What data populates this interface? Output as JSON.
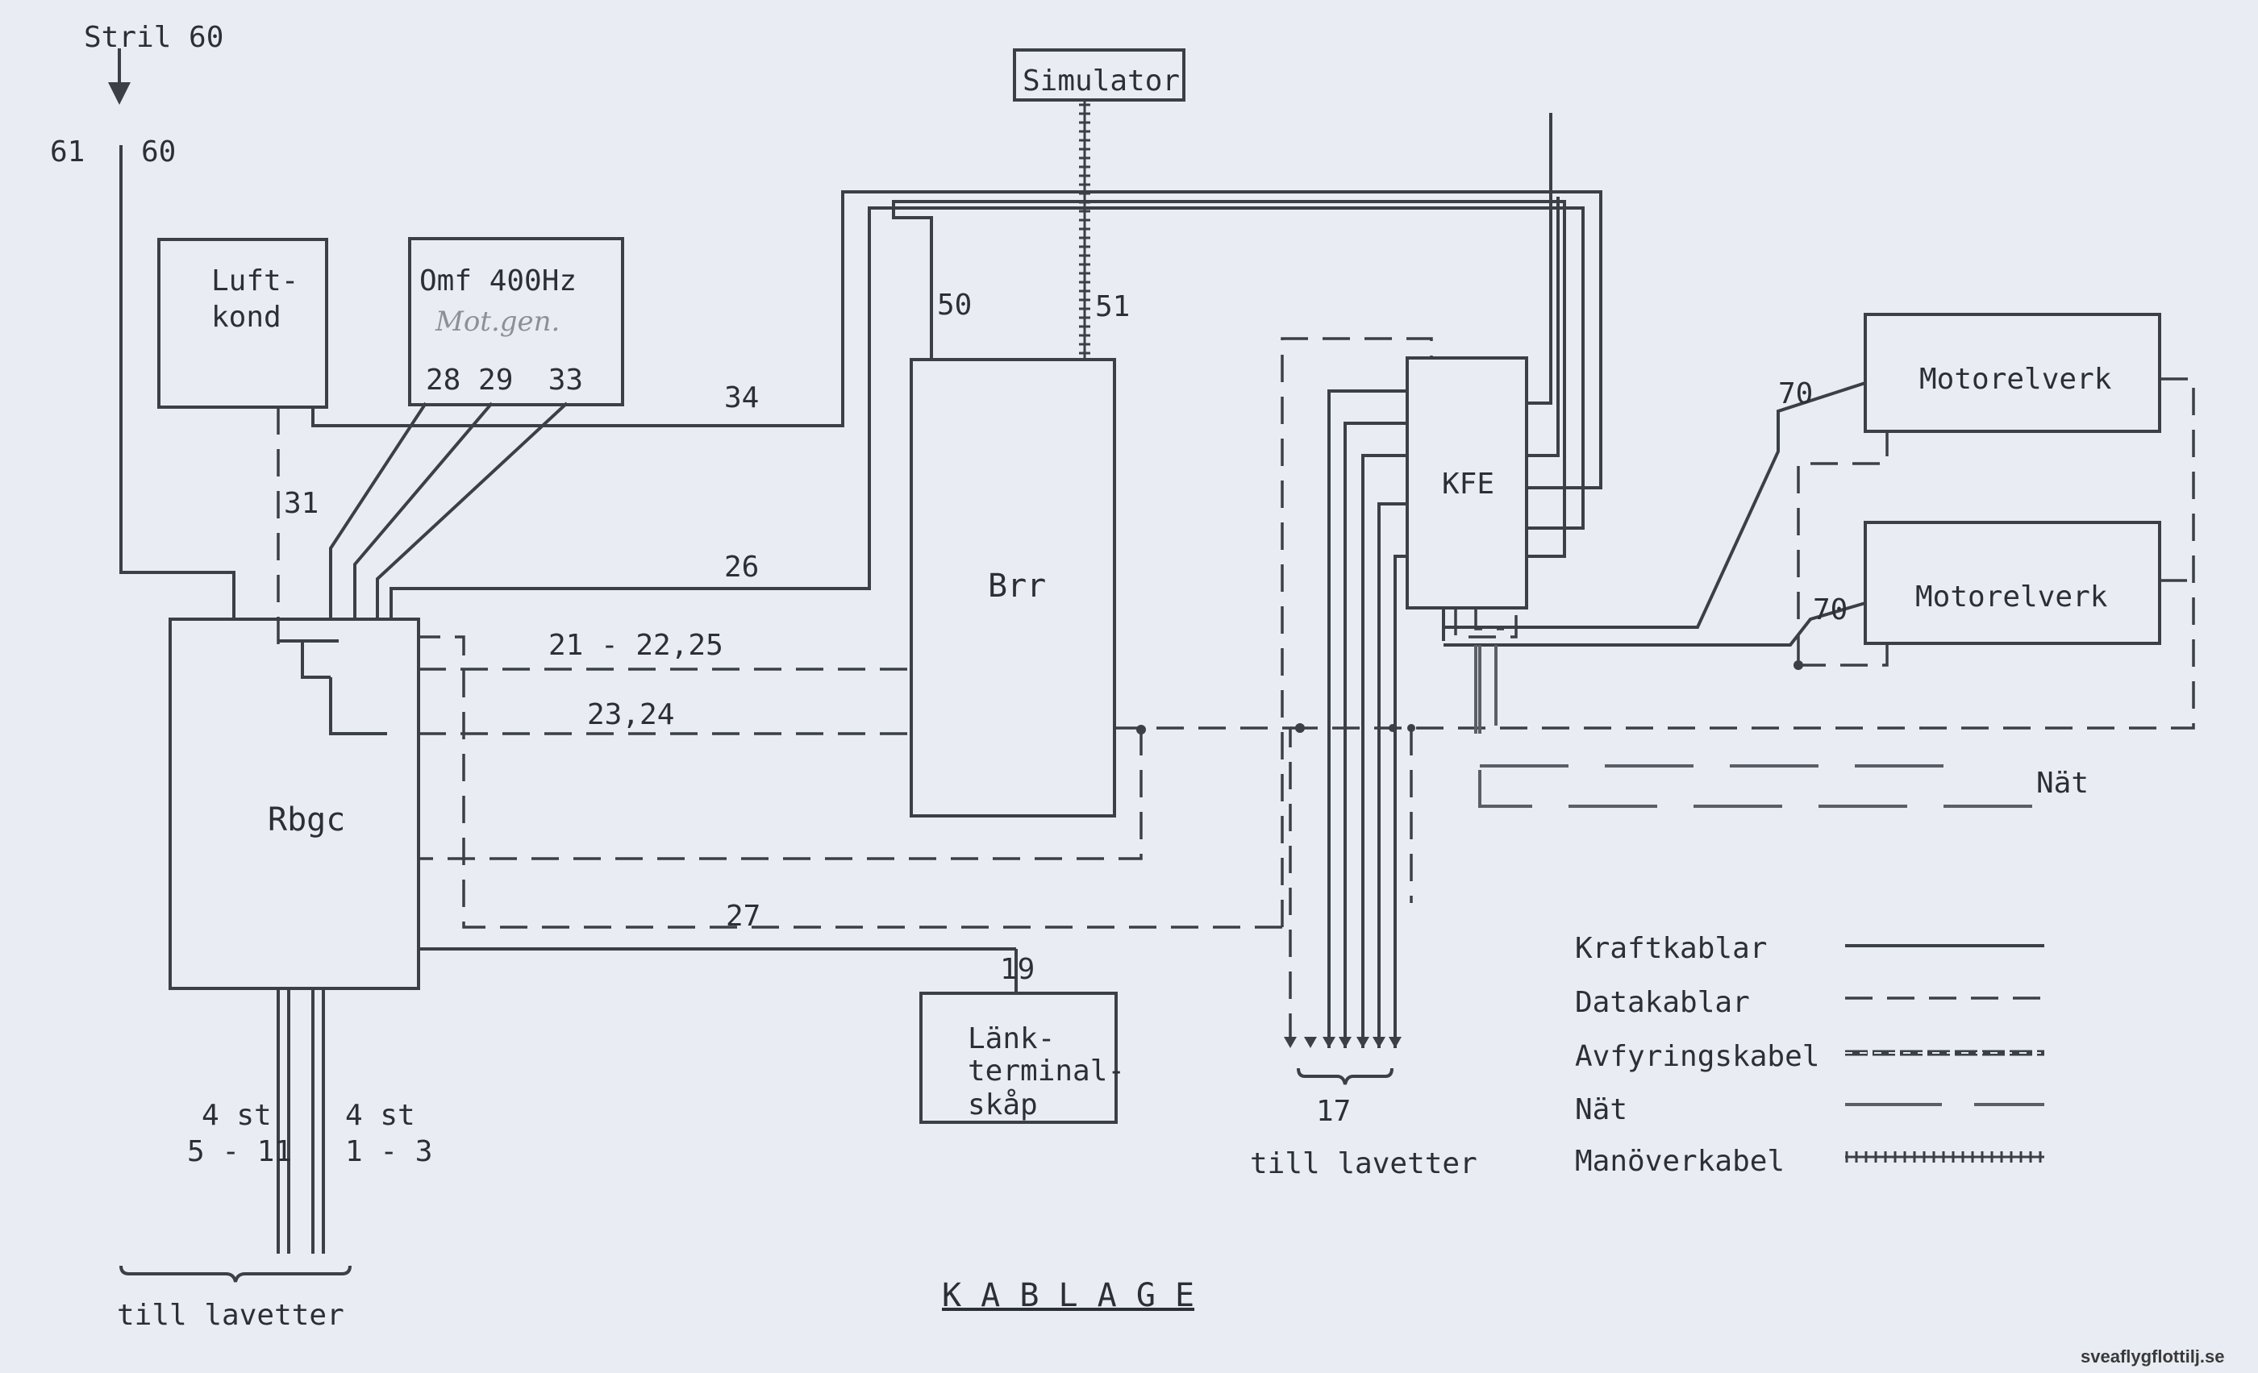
{
  "source": {
    "label": "Stril 60",
    "left_num": "61",
    "right_num": "60"
  },
  "boxes": {
    "simulator": "Simulator",
    "luftkond": {
      "l1": "Luft-",
      "l2": "kond"
    },
    "omf": {
      "title": "Omf 400Hz",
      "handwritten": "Mot.gen.",
      "nums": "28 29  33"
    },
    "brr": "Brr",
    "kfe": "KFE",
    "rbgc": "Rbgc",
    "lank": {
      "l1": "Länk-",
      "l2": "terminal-",
      "l3": "skåp"
    },
    "motor1": "Motorelverk",
    "motor2": "Motorelverk"
  },
  "cable_numbers": {
    "c31": "31",
    "c34": "34",
    "c26": "26",
    "c21": "21 - 22,25",
    "c23": "23,24",
    "c27": "27",
    "c19": "19",
    "c50": "50",
    "c51": "51",
    "c70a": "70",
    "c70b": "70",
    "c17": "17"
  },
  "bottom": {
    "left_a": "4 st",
    "left_b": "5 - 11",
    "right_a": "4 st",
    "right_b": "1 - 3",
    "till_left": "till lavetter",
    "till_mid": "till lavetter"
  },
  "nat_label": "Nät",
  "legend": [
    {
      "label": "Kraftkablar"
    },
    {
      "label": "Datakablar"
    },
    {
      "label": "Avfyringskabel"
    },
    {
      "label": "Nät"
    },
    {
      "label": "Manöverkabel"
    }
  ],
  "title": "K A B L A G E",
  "watermark": "sveaflygflottilj.se"
}
